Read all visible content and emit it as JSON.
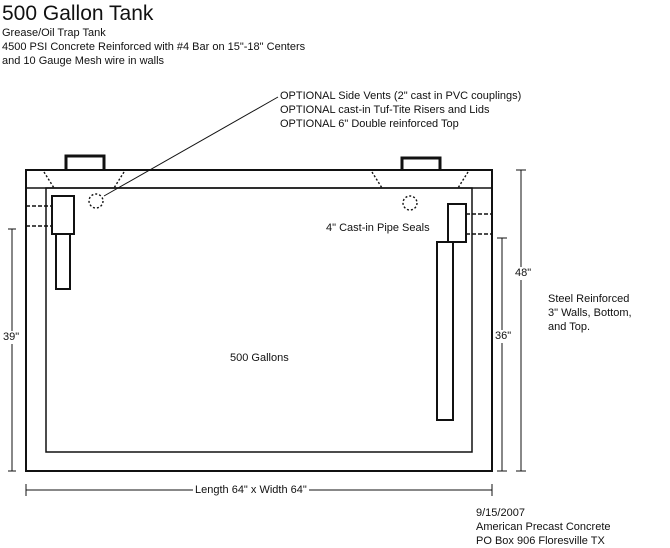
{
  "header": {
    "title": "500 Gallon Tank",
    "lines": [
      "Grease/Oil Trap Tank",
      "4500 PSI Concrete Reinforced with #4 Bar on 15\"-18\" Centers",
      "and 10  Gauge Mesh wire in walls"
    ]
  },
  "optional_notes": [
    "OPTIONAL Side Vents (2\" cast in PVC couplings)",
    "OPTIONAL cast-in Tuf-Tite Risers and Lids",
    "OPTIONAL 6\" Double reinforced Top"
  ],
  "labels": {
    "pipe_seals": "4\" Cast-in Pipe Seals",
    "capacity": "500 Gallons",
    "left_height": "39\"",
    "right_outer_height": "48\"",
    "right_inner_height": "36\"",
    "dimensions": "Length 64\" x Width 64\""
  },
  "steel_note": [
    "Steel Reinforced",
    "3\" Walls, Bottom,",
    "and Top."
  ],
  "footer": {
    "date": "9/15/2007",
    "company": "American Precast Concrete",
    "address": "PO Box 906 Floresville TX"
  }
}
